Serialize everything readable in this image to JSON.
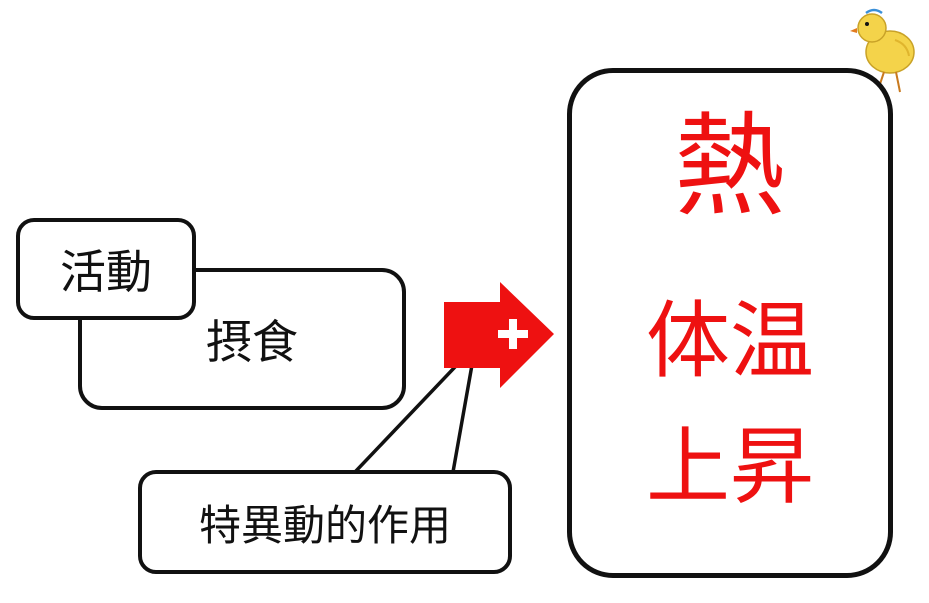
{
  "diagram": {
    "intake_label": "摂食",
    "activity_label": "活動",
    "sda_label": "特異動的作用",
    "heat": {
      "title": "熱",
      "line1": "体温",
      "line2": "上昇",
      "color": "#ee1111"
    },
    "arrow_color": "#ee1111",
    "arrow_symbol": "plus-icon"
  }
}
